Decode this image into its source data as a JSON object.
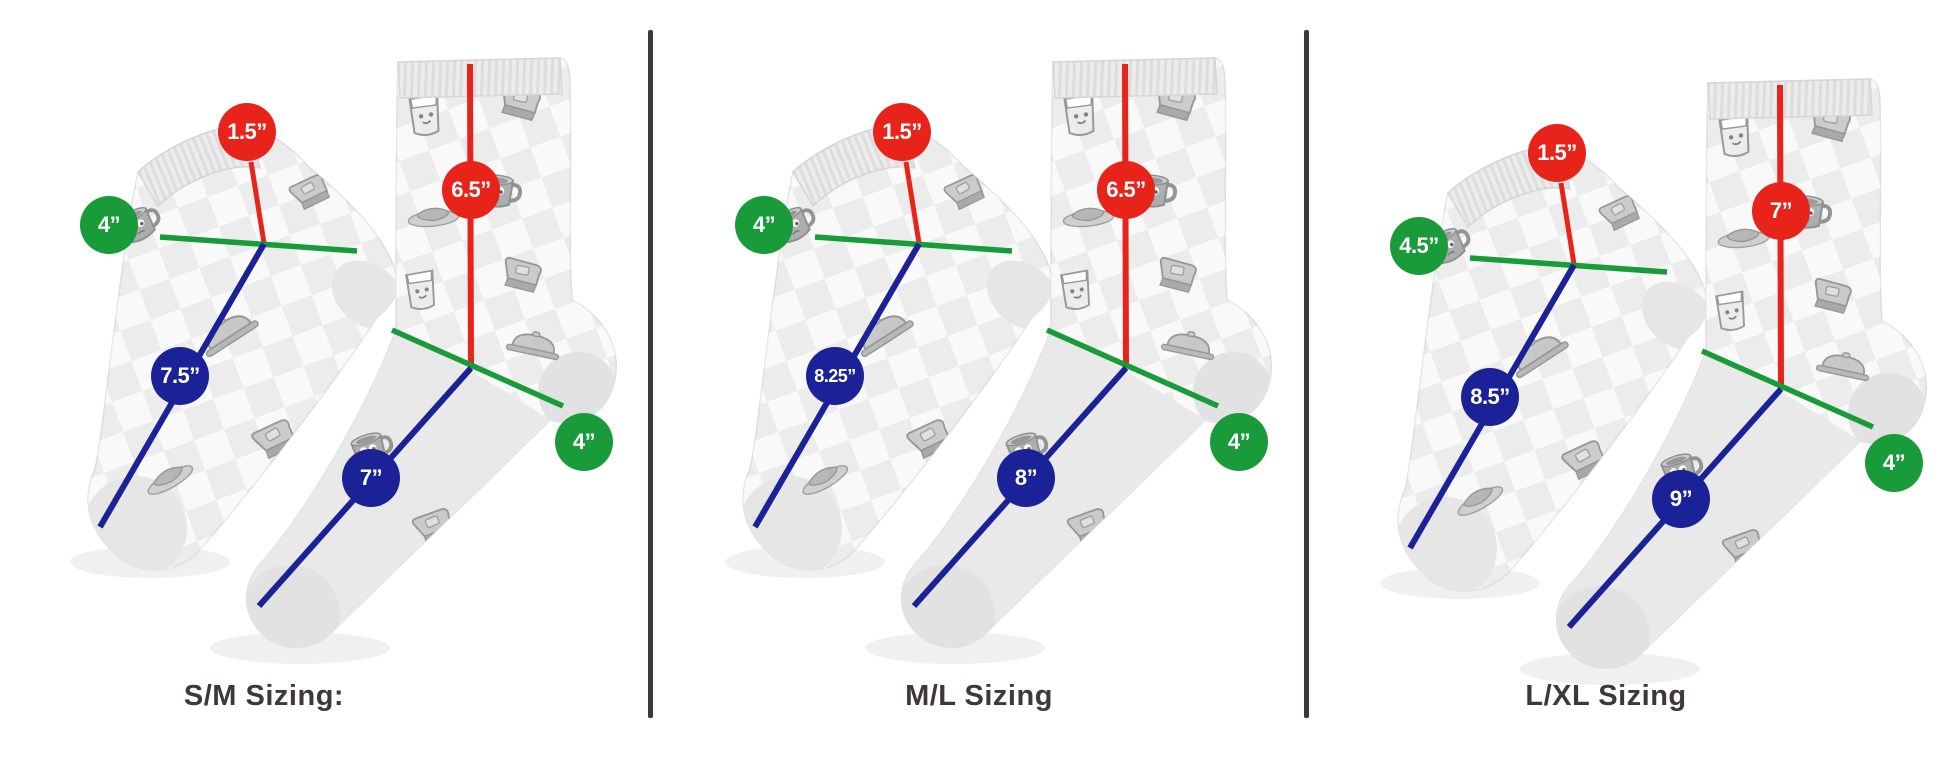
{
  "panels": [
    {
      "label": "S/M Sizing:",
      "ankle_sock": {
        "cuff_height": "1.5”",
        "opening_width": "4”",
        "length": "7.5”"
      },
      "crew_sock": {
        "cuff_height": "6.5”",
        "length": "7”",
        "opening_width": "4”"
      }
    },
    {
      "label": "M/L Sizing",
      "ankle_sock": {
        "cuff_height": "1.5”",
        "opening_width": "4”",
        "length": "8.25”"
      },
      "crew_sock": {
        "cuff_height": "6.5”",
        "length": "8”",
        "opening_width": "4”"
      }
    },
    {
      "label": "L/XL Sizing",
      "ankle_sock": {
        "cuff_height": "1.5”",
        "opening_width": "4.5”",
        "length": "8.5”"
      },
      "crew_sock": {
        "cuff_height": "7”",
        "length": "9”",
        "opening_width": "4”"
      }
    }
  ],
  "colors": {
    "cuff_marker": "#e8231a",
    "width_marker": "#189b38",
    "length_marker": "#1b2196",
    "divider_and_text": "#3f3838"
  }
}
